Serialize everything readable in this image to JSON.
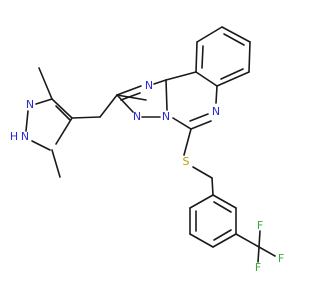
{
  "colors": {
    "bond": "#1a1a1a",
    "nitrogen": "#2b2bd6",
    "sulfur": "#b8a000",
    "fluorine": "#3aa83a"
  },
  "atoms": {
    "pyrazole_n": "N",
    "pyrazole_nh_h": "H",
    "pyrazole_nh_n": "N",
    "triazole_n_top": "N",
    "triazole_n_left": "N",
    "triazole_n_bridge": "N",
    "quinazoline_n": "N",
    "thioether_s": "S",
    "fluorine_top": "F",
    "fluorine_right": "F",
    "fluorine_bottom": "F"
  }
}
